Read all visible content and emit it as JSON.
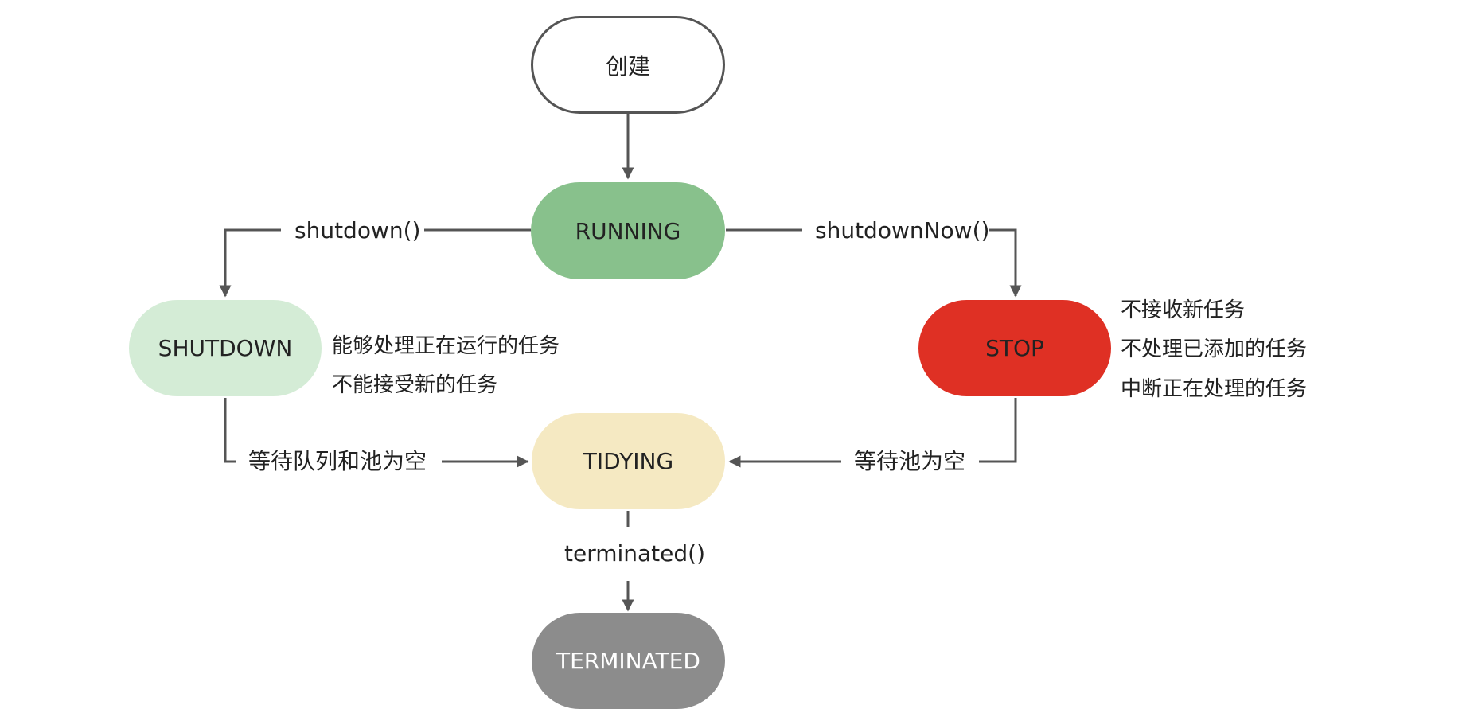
{
  "nodes": {
    "create": "创建",
    "running": "RUNNING",
    "shutdown": "SHUTDOWN",
    "stop": "STOP",
    "tidying": "TIDYING",
    "terminated": "TERMINATED"
  },
  "edges": {
    "shutdown_call": "shutdown()",
    "shutdown_now_call": "shutdownNow()",
    "wait_queue_pool_empty": "等待队列和池为空",
    "wait_pool_empty": "等待池为空",
    "terminated_call": "terminated()"
  },
  "notes": {
    "shutdown": [
      "能够处理正在运行的任务",
      "不能接受新的任务"
    ],
    "stop": [
      "不接收新任务",
      "不处理已添加的任务",
      "中断正在处理的任务"
    ]
  },
  "colors": {
    "line": "#555555",
    "running": "#88c18c",
    "shutdown": "#d4ecd6",
    "stop": "#df3024",
    "tidying": "#f5e9c2",
    "terminated": "#8c8c8c"
  }
}
